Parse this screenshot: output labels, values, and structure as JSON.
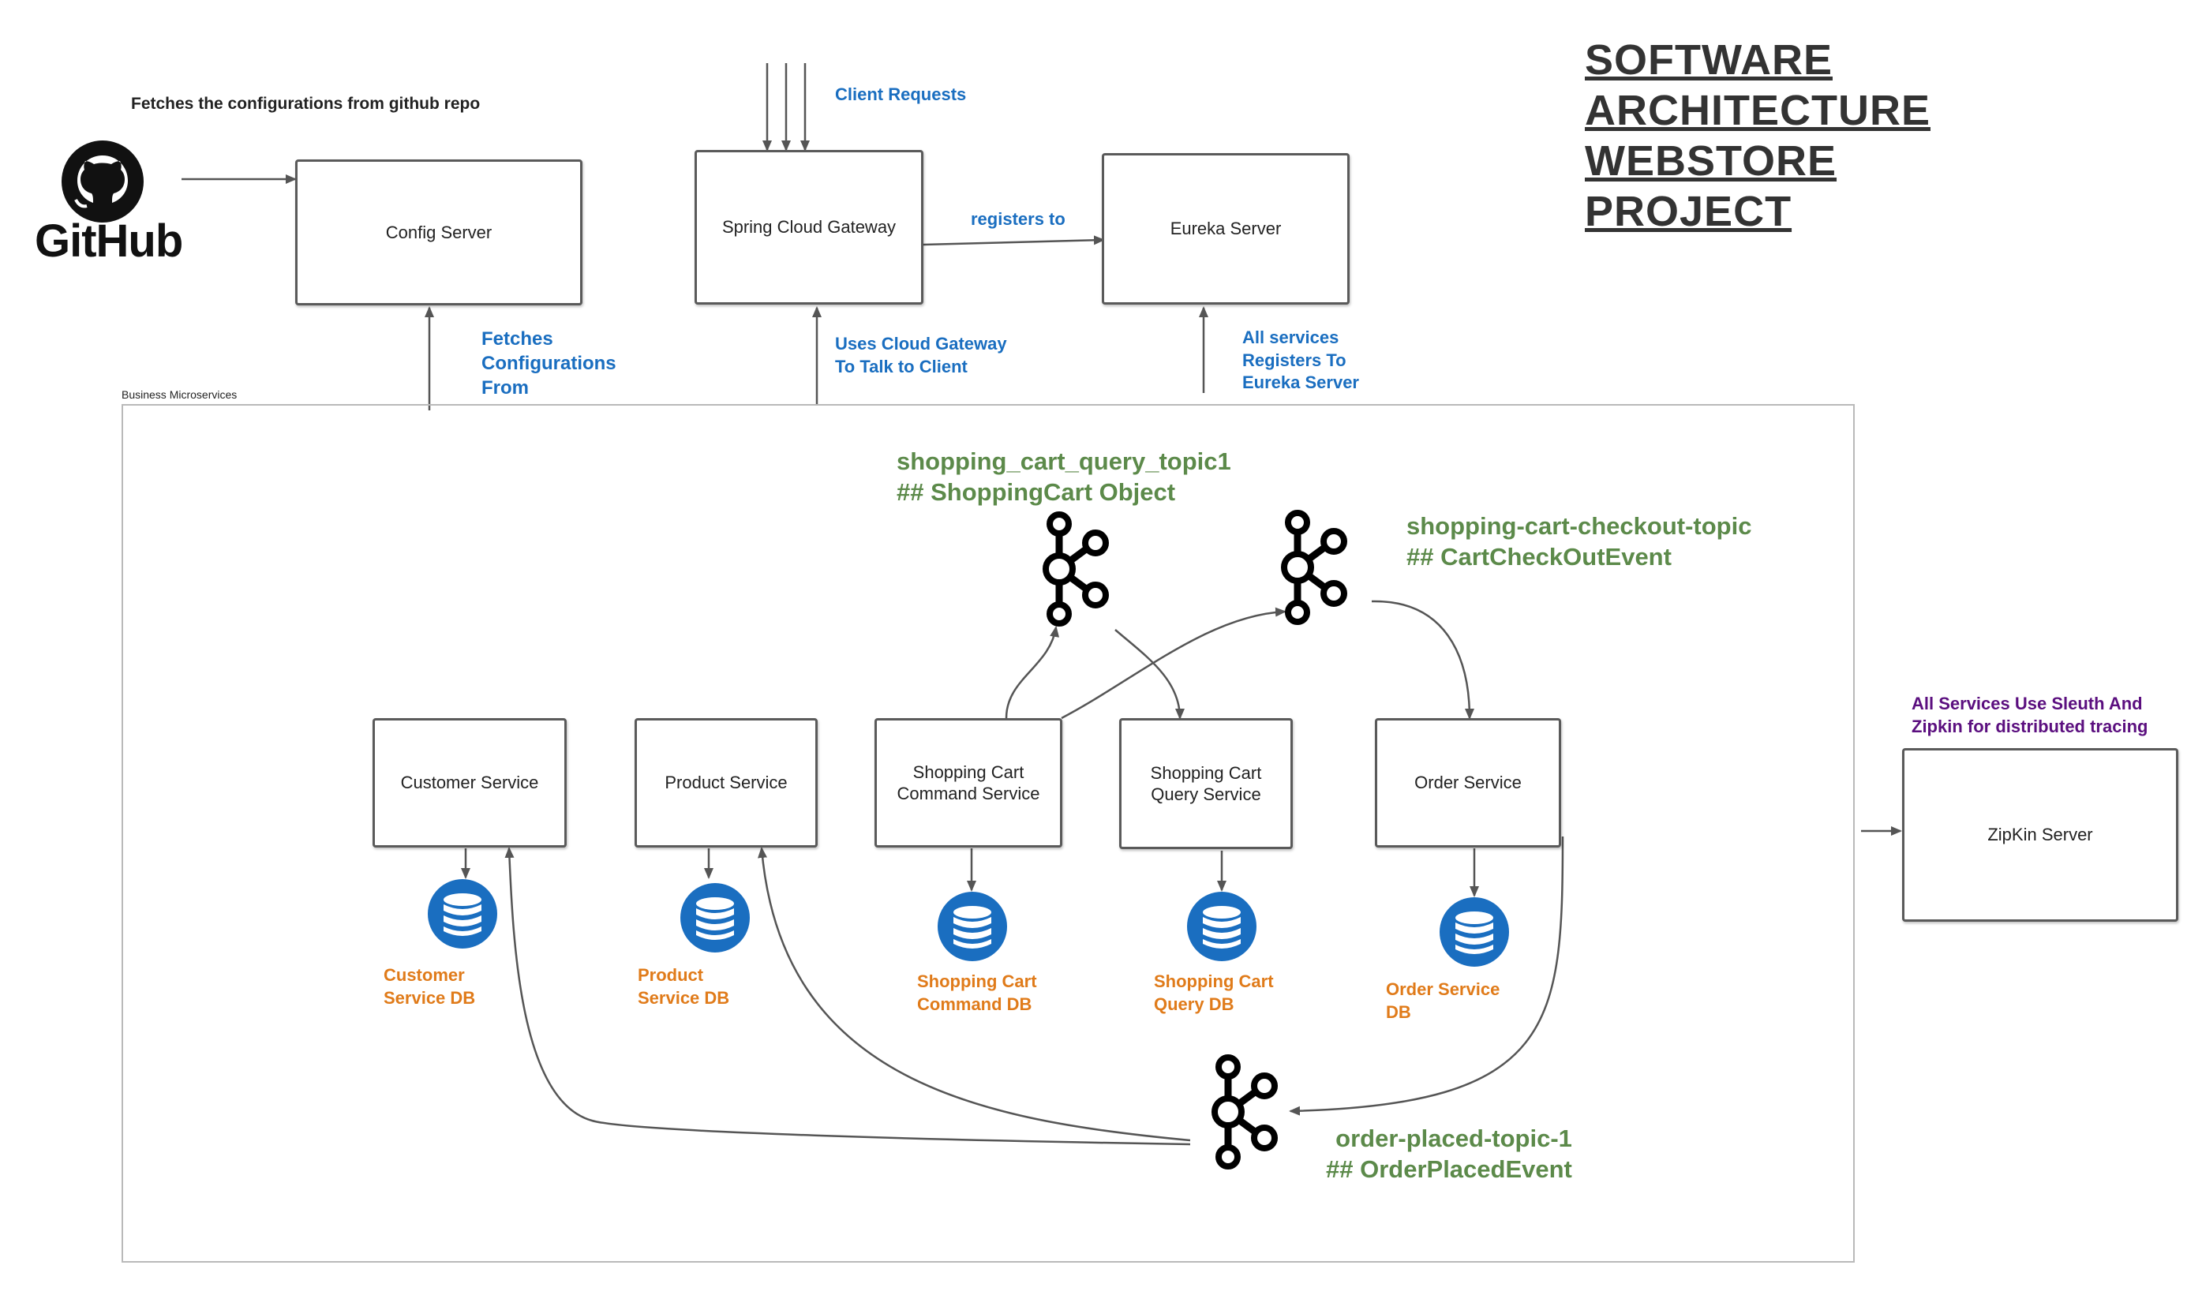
{
  "title": "SOFTWARE\nARCHITECTURE\nWEBSTORE\nPROJECT",
  "group": {
    "label": "Business Microservices"
  },
  "github": {
    "word": "GitHub",
    "caption": "Fetches the configurations from github repo"
  },
  "nodes": {
    "config": "Config Server",
    "gateway": "Spring Cloud Gateway",
    "eureka": "Eureka Server",
    "customer": "Customer Service",
    "product": "Product Service",
    "cart_command": "Shopping Cart\nCommand Service",
    "cart_query": "Shopping Cart\nQuery Service",
    "order": "Order Service",
    "zipkin": "ZipKin Server"
  },
  "edge_labels": {
    "client_requests": "Client Requests",
    "registers_to": "registers to",
    "fetches_config": "Fetches\nConfigurations\nFrom",
    "uses_gateway": "Uses Cloud Gateway\nTo Talk to Client",
    "all_register": "All services\nRegisters To\nEureka Server",
    "tracing": "All Services Use Sleuth And\nZipkin for distributed tracing"
  },
  "databases": {
    "customer": "Customer\nService DB",
    "product": "Product\nService DB",
    "cart_command": "Shopping Cart\nCommand DB",
    "cart_query": "Shopping Cart\nQuery DB",
    "order": "Order Service\nDB"
  },
  "topics": {
    "query": "shopping_cart_query_topic1\n## ShoppingCart Object",
    "checkout": "shopping-cart-checkout-topic\n## CartCheckOutEvent",
    "order_placed": "order-placed-topic-1\n## OrderPlacedEvent"
  },
  "icons": {
    "github": "github-logo-icon",
    "database": "database-icon",
    "kafka": "kafka-topic-icon"
  },
  "colors": {
    "edge_label_blue": "#1a6ec0",
    "db_blue": "#1a6ec0",
    "db_label_orange": "#e07b1a",
    "topic_green": "#5c8a4a",
    "tracing_purple": "#5b0f7f"
  }
}
